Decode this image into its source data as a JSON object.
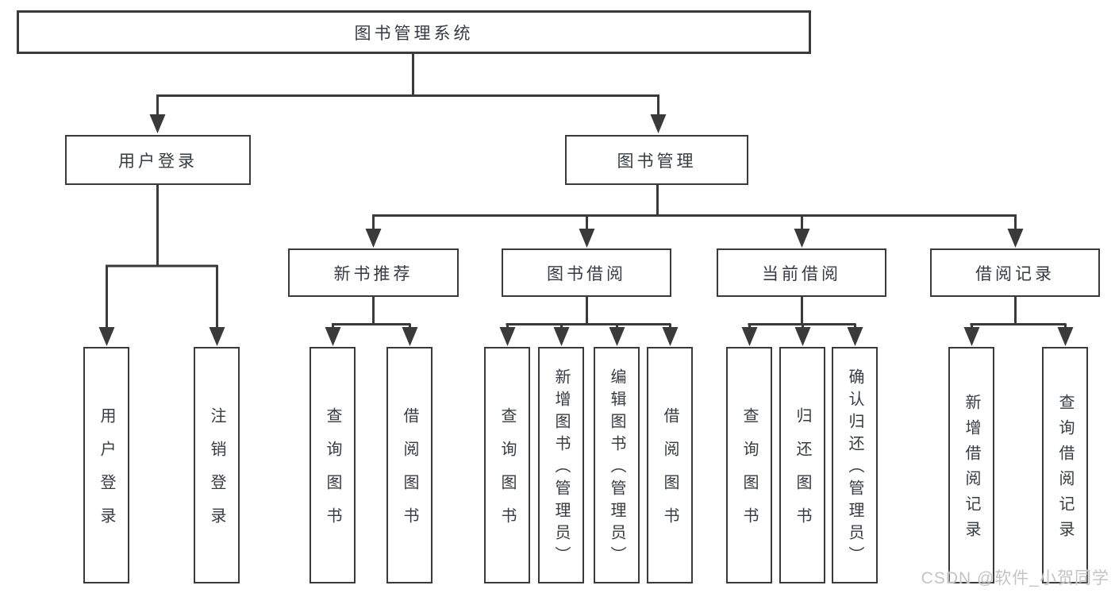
{
  "diagram": {
    "root": "图书管理系统",
    "level2": {
      "user_login": "用户登录",
      "book_management": "图书管理"
    },
    "level3": {
      "new_book_recommend": "新书推荐",
      "book_borrowing": "图书借阅",
      "current_borrowing": "当前借阅",
      "borrowing_records": "借阅记录"
    },
    "level4": {
      "user_login": "用户登录",
      "logout": "注销登录",
      "nb_query_books": "查询图书",
      "nb_borrow_books": "借阅图书",
      "bb_query_books": "查询图书",
      "bb_add_books_admin": "新增图书（管理员）",
      "bb_edit_books_admin": "编辑图书（管理员）",
      "bb_borrow_books": "借阅图书",
      "cb_query_books": "查询图书",
      "cb_return_books": "归还图书",
      "cb_confirm_return_admin": "确认归还（管理员）",
      "br_add_record": "新增借阅记录",
      "br_query_record": "查询借阅记录"
    }
  },
  "watermark": "CSDN @软件_小贺同学",
  "colors": {
    "line": "#3a3a3a",
    "text": "#363b42",
    "background": "#ffffff",
    "watermark": "#c4c4c4"
  }
}
